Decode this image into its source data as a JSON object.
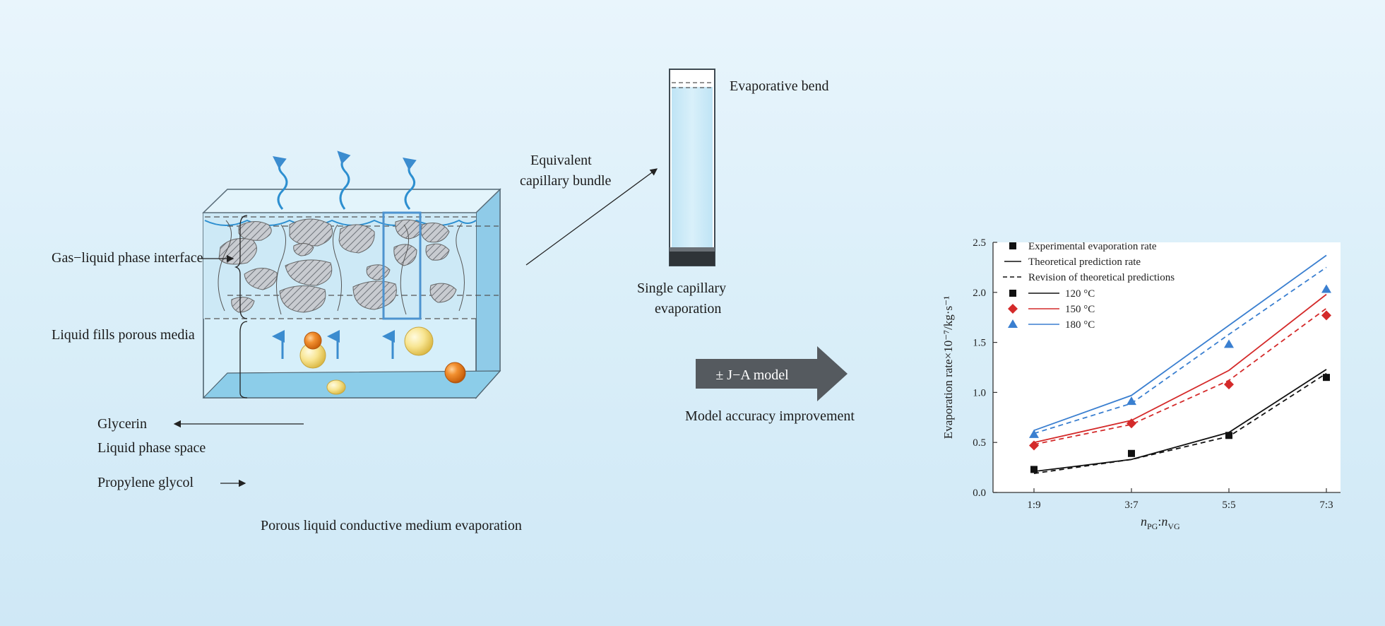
{
  "labels": {
    "gas_liquid_interface": "Gas−liquid phase interface",
    "liquid_fills": "Liquid fills porous media",
    "glycerin": "Glycerin",
    "liquid_phase_space": "Liquid phase space",
    "propylene_glycol": "Propylene glycol",
    "caption_left": "Porous liquid conductive medium evaporation",
    "equivalent_line1": "Equivalent",
    "equivalent_line2": "capillary bundle",
    "evaporative_bend": "Evaporative bend",
    "single_line1": "Single capillary",
    "single_line2": "evaporation",
    "model_arrow": "± J−A model",
    "model_improvement": "Model accuracy improvement"
  },
  "colors": {
    "liquid": "#bfe4f5",
    "liquid_dark": "#8fcbe8",
    "glycerin": "#f0821e",
    "propylene_glycol": "#f5dc78",
    "pore_hatch": "#8a8f96",
    "arrow_dark": "#555a5f",
    "series_120": "#111111",
    "series_150": "#d42a2a",
    "series_180": "#3a7fd0"
  },
  "chart_data": {
    "type": "line",
    "categories": [
      "1:9",
      "3:7",
      "5:5",
      "7:3"
    ],
    "ylim": [
      0.0,
      2.5
    ],
    "yticks": [
      "0.0",
      "0.5",
      "1.0",
      "1.5",
      "2.0",
      "2.5"
    ],
    "ylabel": "Evaporation rate×10⁻⁷/kg·s⁻¹",
    "xlabel_main": "n",
    "xlabel_sub1": "PG",
    "xlabel_sep": ":",
    "xlabel_sub2": "VG",
    "legend_markers": [
      "Experimental evaporation rate",
      "Theoretical prediction rate",
      "Revision of theoretical predictions"
    ],
    "series": [
      {
        "name": "120 °C",
        "color": "#111111",
        "marker": "square",
        "experimental": [
          0.23,
          0.39,
          0.57,
          1.15
        ],
        "theoretical": [
          0.21,
          0.33,
          0.6,
          1.23
        ],
        "revised": [
          0.19,
          0.33,
          0.56,
          1.19
        ]
      },
      {
        "name": "150 °C",
        "color": "#d42a2a",
        "marker": "diamond",
        "experimental": [
          0.47,
          0.69,
          1.08,
          1.77
        ],
        "theoretical": [
          0.5,
          0.72,
          1.22,
          1.98
        ],
        "revised": [
          0.48,
          0.68,
          1.12,
          1.84
        ]
      },
      {
        "name": "180 °C",
        "color": "#3a7fd0",
        "marker": "triangle",
        "experimental": [
          0.58,
          0.91,
          1.48,
          2.03
        ],
        "theoretical": [
          0.62,
          0.97,
          1.67,
          2.37
        ],
        "revised": [
          0.59,
          0.89,
          1.58,
          2.25
        ]
      }
    ]
  }
}
